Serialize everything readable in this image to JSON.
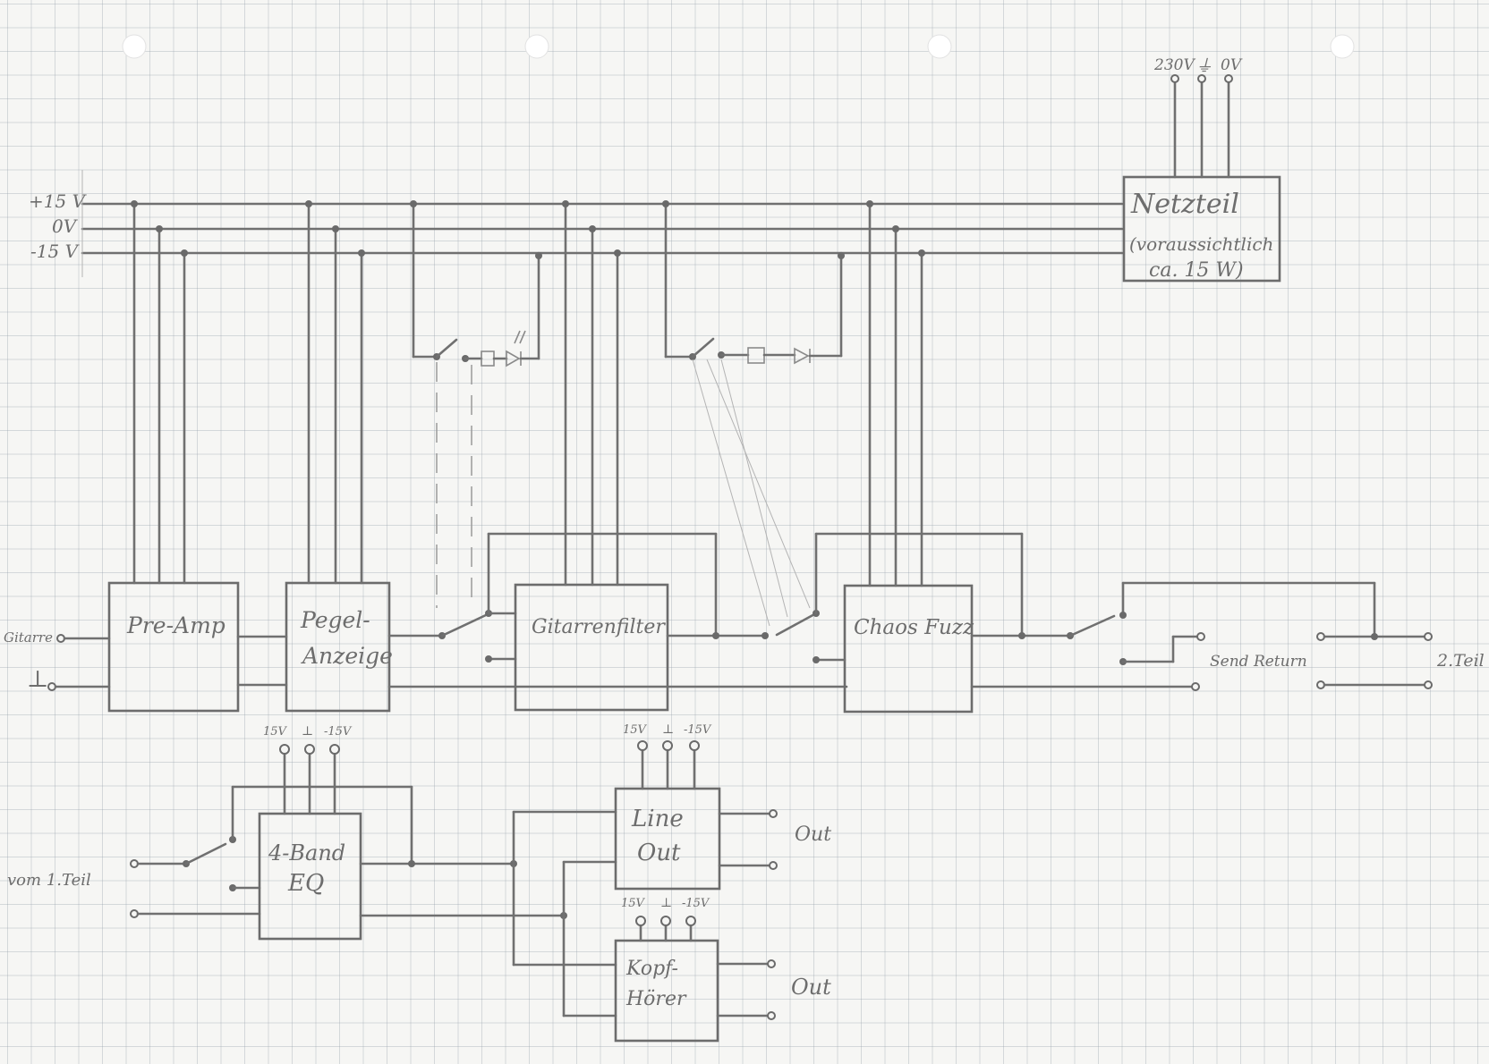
{
  "rails": {
    "plus15": "+15 V",
    "zero": "0V",
    "minus15": "-15 V"
  },
  "power_inputs": {
    "ac": "230V",
    "ground": "⏚",
    "zero": "0V"
  },
  "blocks": {
    "netzteil": {
      "title": "Netzteil",
      "line2": "(voraussichtlich",
      "line3": "ca. 15 W)"
    },
    "preamp": {
      "title": "Pre-Amp"
    },
    "pegel": {
      "line1": "Pegel-",
      "line2": "Anzeige"
    },
    "gitarrenfilter": {
      "title": "Gitarrenfilter"
    },
    "chaos": {
      "title": "Chaos Fuzz"
    },
    "eq": {
      "line1": "4-Band",
      "line2": "EQ"
    },
    "lineout": {
      "line1": "Line",
      "line2": "Out"
    },
    "kopf": {
      "line1": "Kopf-",
      "line2": "Hörer"
    }
  },
  "labels": {
    "gitarre": "Gitarre",
    "ground_symbol": "⊥",
    "send_return": "Send Return",
    "teil2": "2.Teil",
    "vom1": "vom 1.Teil",
    "out1": "Out",
    "out2": "Out"
  },
  "supply_pins": {
    "eq": {
      "p": "15V",
      "g": "⊥",
      "n": "-15V"
    },
    "lineout": {
      "p": "15V",
      "g": "⊥",
      "n": "-15V"
    },
    "kopf": {
      "p": "15V",
      "g": "⊥",
      "n": "-15V"
    }
  }
}
